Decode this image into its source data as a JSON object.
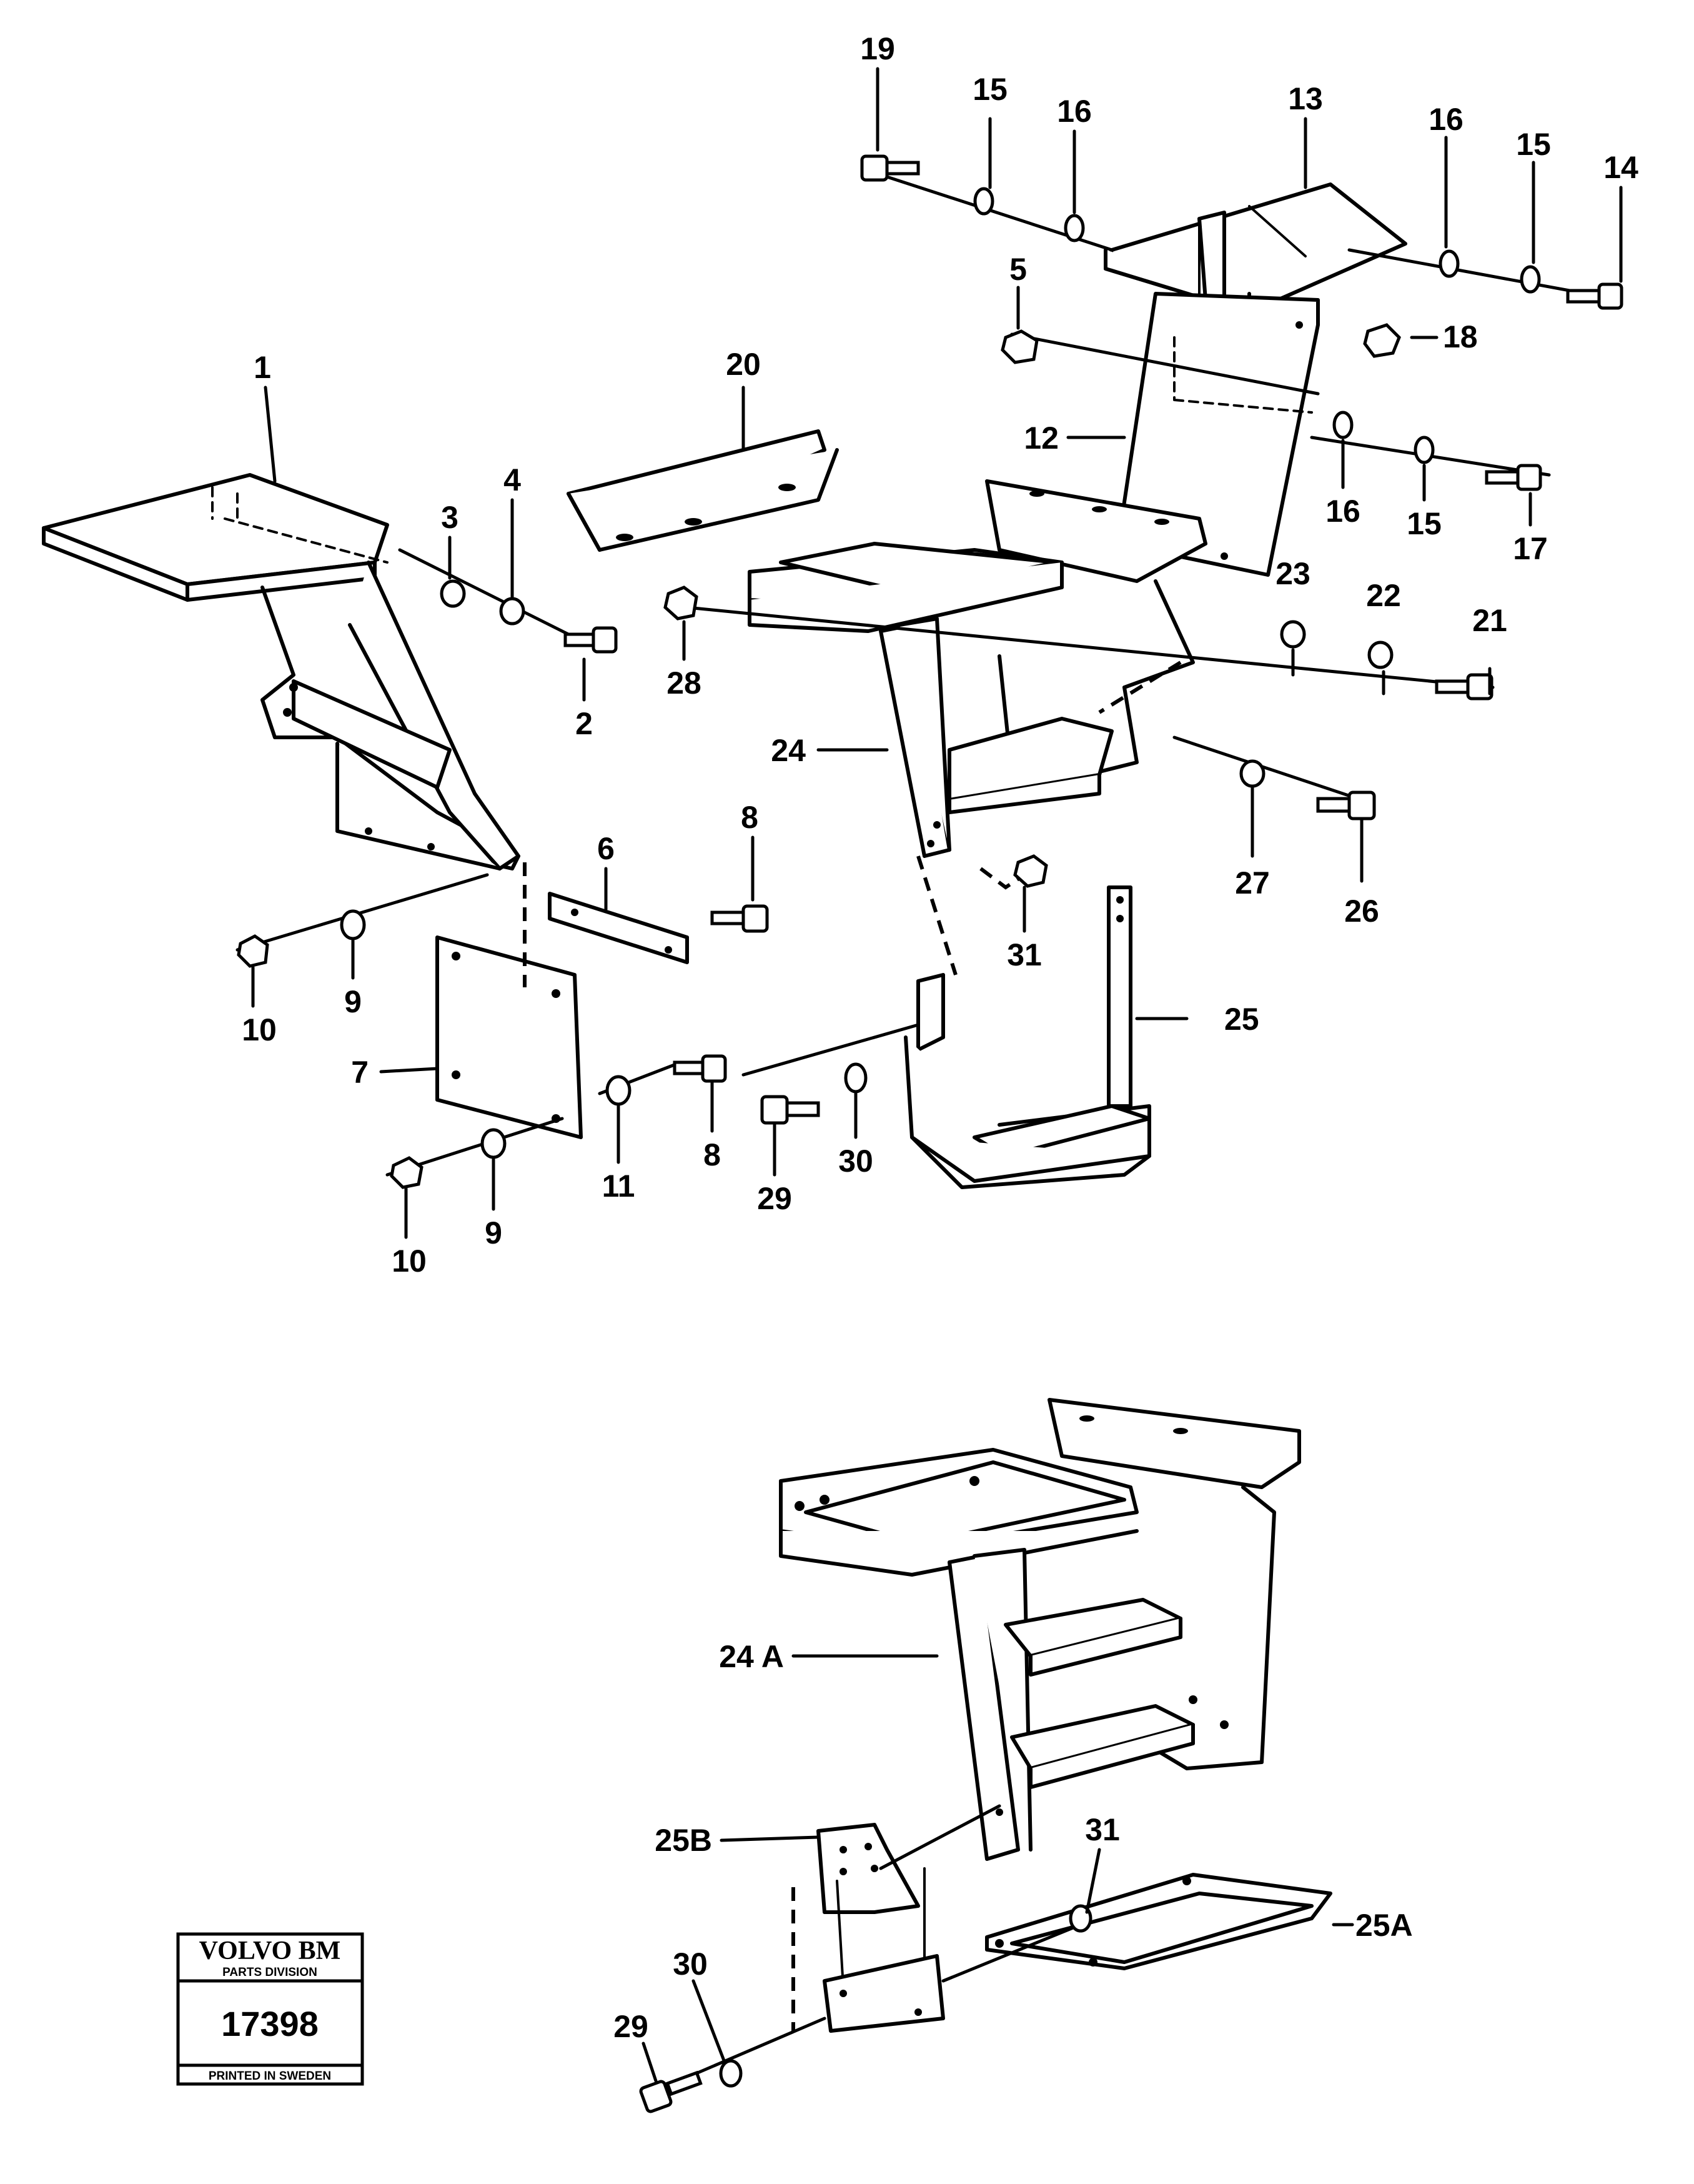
{
  "callouts": {
    "c1": "1",
    "c2": "2",
    "c3": "3",
    "c4": "4",
    "c5": "5",
    "c6": "6",
    "c7": "7",
    "c8a": "8",
    "c8b": "8",
    "c9a": "9",
    "c9b": "9",
    "c10a": "10",
    "c10b": "10",
    "c11": "11",
    "c12": "12",
    "c13": "13",
    "c14": "14",
    "c15a": "15",
    "c15b": "15",
    "c15c": "15",
    "c16a": "16",
    "c16b": "16",
    "c16c": "16",
    "c17": "17",
    "c18": "18",
    "c19": "19",
    "c20": "20",
    "c21": "21",
    "c22": "22",
    "c23": "23",
    "c24": "24",
    "c25": "25",
    "c26": "26",
    "c27": "27",
    "c28": "28",
    "c29a": "29",
    "c29b": "29",
    "c30a": "30",
    "c30b": "30",
    "c31a": "31",
    "c31b": "31",
    "c24A": "24 A",
    "c25A": "25A",
    "c25B": "25B"
  },
  "stamp": {
    "brand": "VOLVO BM",
    "division": "PARTS DIVISION",
    "number": "17398",
    "footer": "PRINTED IN SWEDEN"
  }
}
